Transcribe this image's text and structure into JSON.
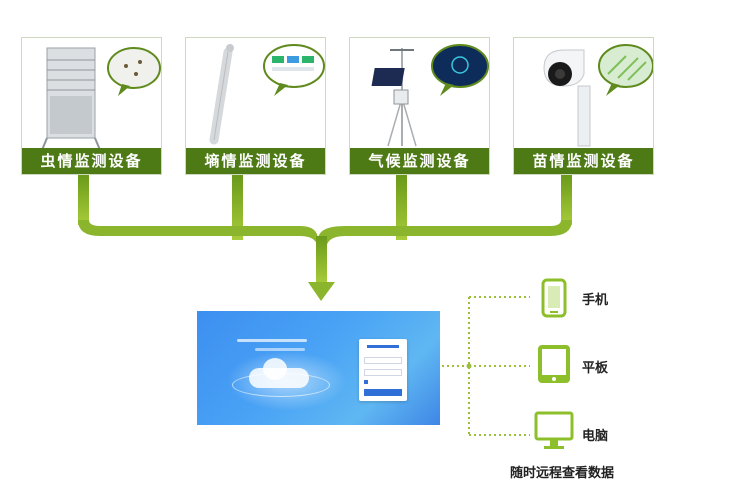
{
  "devices": [
    {
      "id": "pest",
      "label": "虫情监测设备",
      "icon": "pest-trap-icon"
    },
    {
      "id": "soil",
      "label": "墒情监测设备",
      "icon": "soil-probe-icon"
    },
    {
      "id": "weather",
      "label": "气候监测设备",
      "icon": "weather-station-icon"
    },
    {
      "id": "seedling",
      "label": "苗情监测设备",
      "icon": "dome-camera-icon"
    }
  ],
  "terminals": [
    {
      "id": "phone",
      "label": "手机",
      "icon": "phone-icon"
    },
    {
      "id": "tablet",
      "label": "平板",
      "icon": "tablet-icon"
    },
    {
      "id": "pc",
      "label": "电脑",
      "icon": "monitor-icon"
    }
  ],
  "caption": "随时远程查看数据",
  "colors": {
    "flow_green": "#7aa82a",
    "label_green": "#4e7a16",
    "dotted_line": "#9bbf3a",
    "terminal_green": "#8cbf2a"
  }
}
